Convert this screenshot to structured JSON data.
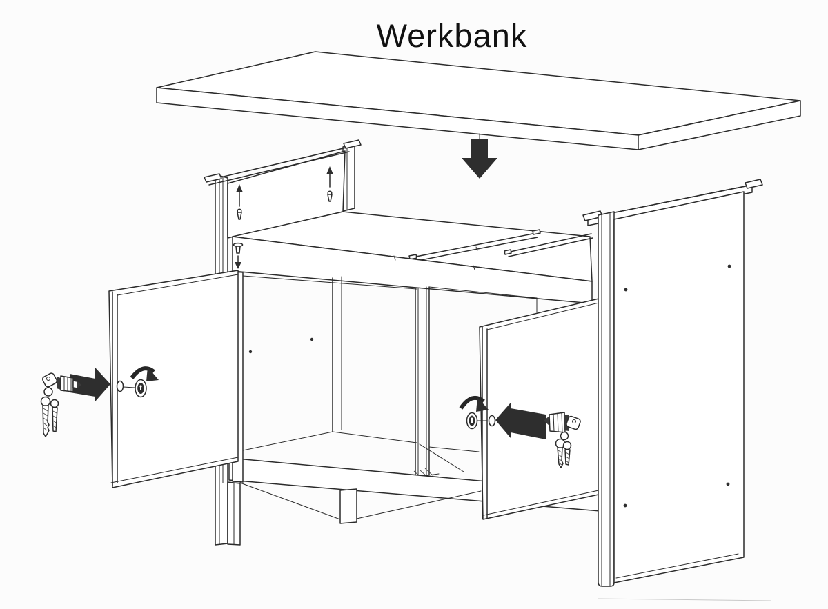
{
  "title": "Werkbank",
  "colors": {
    "background": "#fcfcfc",
    "line": "#2b2b2b",
    "arrow_fill": "#2e2e2e",
    "panel_fill": "#ffffff"
  },
  "diagram": {
    "type": "assembly-instruction",
    "subject": "workbench with lockable cabinet",
    "parts": [
      {
        "id": "worktop",
        "label": "worktop panel"
      },
      {
        "id": "left-side-panel",
        "label": "left side panel (mounted)"
      },
      {
        "id": "right-side-panel",
        "label": "right side panel (detached)"
      },
      {
        "id": "cabinet-top",
        "label": "cabinet top with support rails"
      },
      {
        "id": "center-divider",
        "label": "center divider"
      },
      {
        "id": "bottom-rail",
        "label": "bottom front rail"
      },
      {
        "id": "left-door",
        "label": "left door (open)"
      },
      {
        "id": "right-door",
        "label": "right door (open)"
      },
      {
        "id": "left-lock",
        "label": "left door cam lock"
      },
      {
        "id": "right-lock",
        "label": "right door cam lock"
      }
    ],
    "icons": [
      {
        "name": "drop-down-arrow-icon"
      },
      {
        "name": "fasten-up-arrow-icon"
      },
      {
        "name": "fasten-up-arrow-icon"
      },
      {
        "name": "screw-icon"
      },
      {
        "name": "screw-icon"
      },
      {
        "name": "screw-icon"
      },
      {
        "name": "screw-down-arrow-icon"
      },
      {
        "name": "key-insert-right-arrow-icon"
      },
      {
        "name": "key-insert-left-arrow-icon"
      },
      {
        "name": "rotate-clockwise-arrow-icon"
      },
      {
        "name": "rotate-clockwise-arrow-icon"
      },
      {
        "name": "key-with-keyring-icon"
      },
      {
        "name": "key-with-keyring-icon"
      },
      {
        "name": "lock-cam-nut-icon"
      },
      {
        "name": "lock-cam-nut-icon"
      }
    ]
  }
}
